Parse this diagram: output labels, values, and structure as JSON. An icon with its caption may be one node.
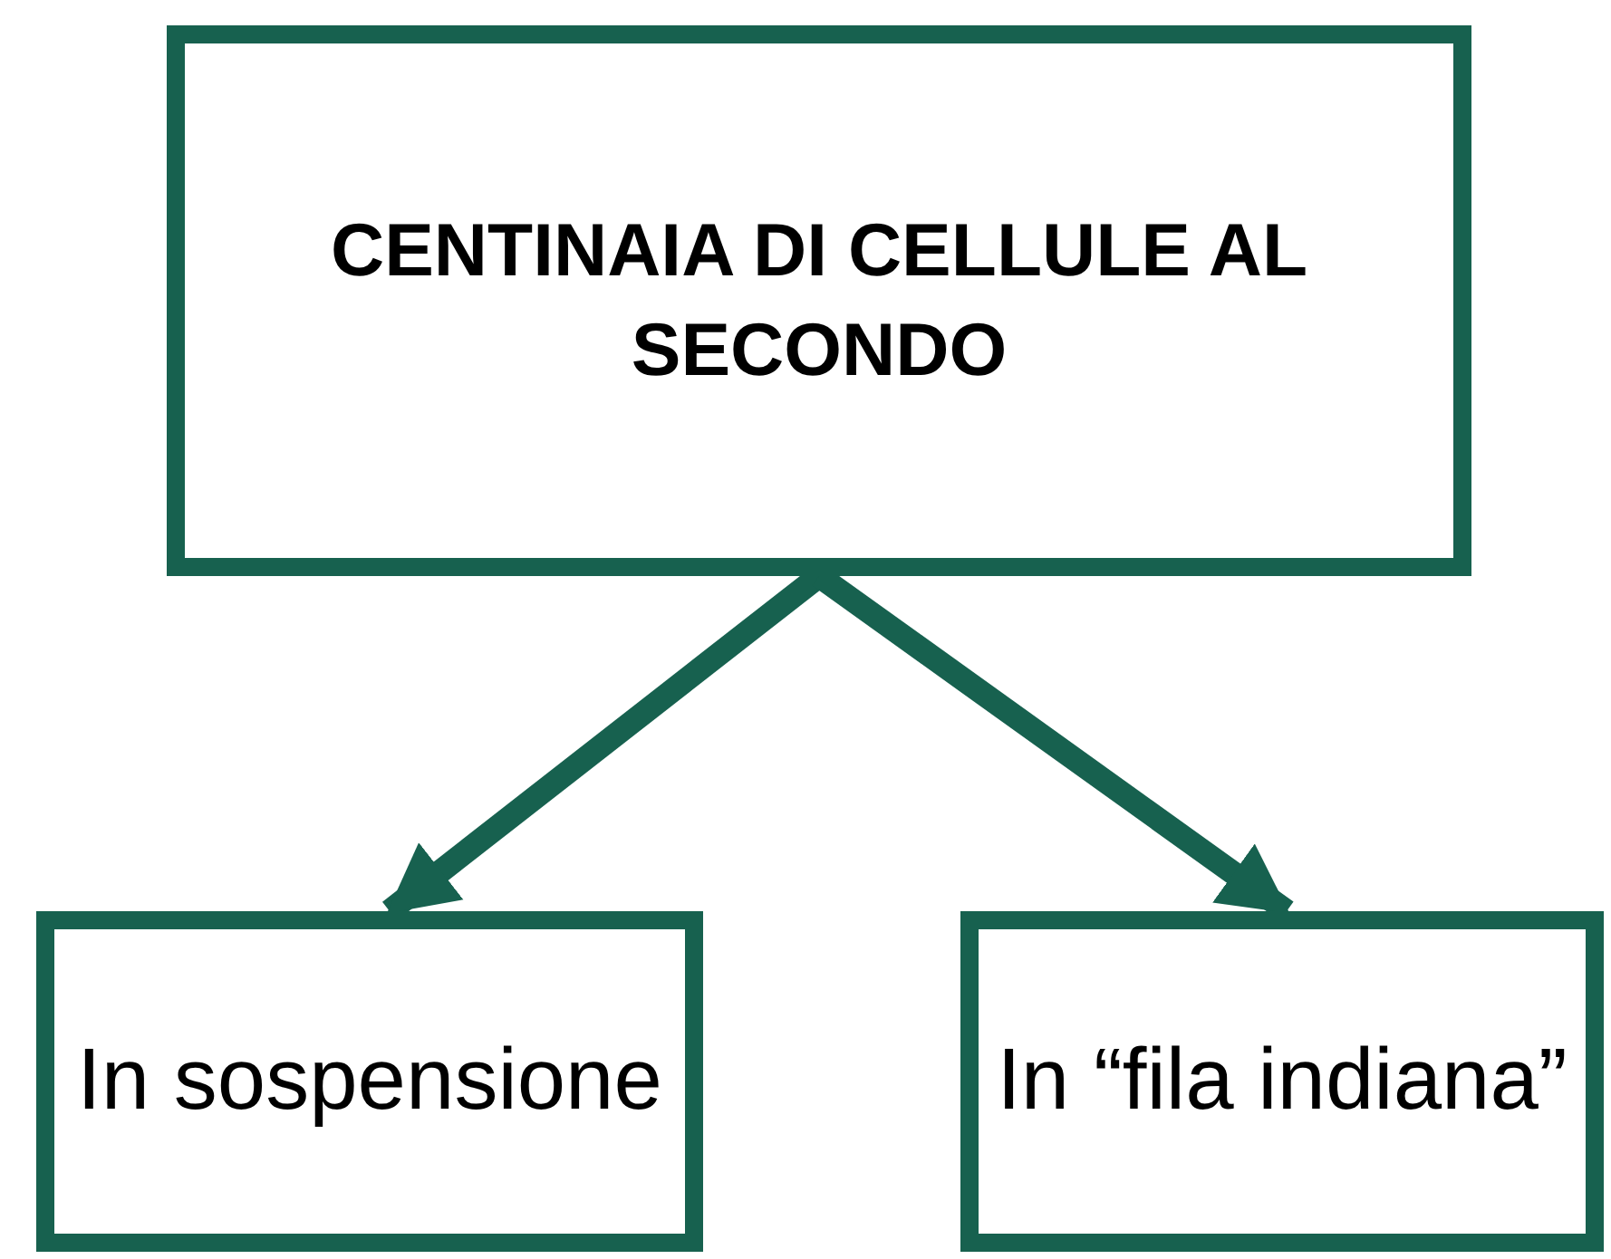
{
  "diagram": {
    "nodes": [
      {
        "text": [
          "CENTINAIA DI CELLULE AL SECONDO"
        ]
      },
      {
        "text": [
          "In sospensione"
        ]
      },
      {
        "text": [
          "In “fila indiana”"
        ]
      }
    ],
    "edges": [
      {
        "from": 0,
        "to": 1,
        "arrow": "to"
      },
      {
        "from": 0,
        "to": 2,
        "arrow": "to"
      }
    ]
  }
}
